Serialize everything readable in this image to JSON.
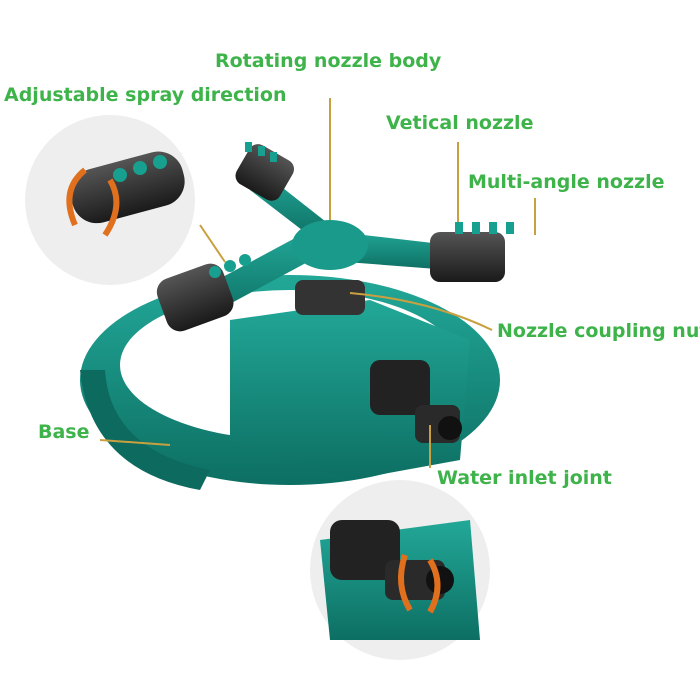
{
  "labels": {
    "rotating_nozzle_body": "Rotating nozzle body",
    "adjustable_spray_direction": "Adjustable spray direction",
    "vertical_nozzle": "Vetical nozzle",
    "multi_angle_nozzle": "Multi-angle nozzle",
    "nozzle_coupling_nut": "Nozzle coupling nut",
    "base": "Base",
    "water_inlet_joint": "Water inlet joint"
  },
  "colors": {
    "label_text": "#3db34a",
    "leader_line": "#c9a040",
    "body_teal": "#15907f",
    "nozzle_black": "#2a2a2a",
    "rotation_arrow": "#e0701e"
  }
}
